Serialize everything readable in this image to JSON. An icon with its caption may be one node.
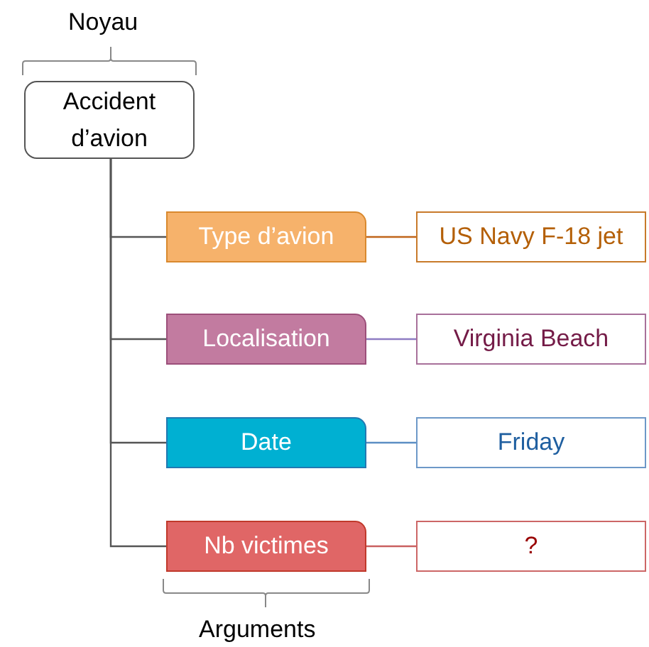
{
  "diagram": {
    "nodes": [
      {
        "text": [
          "Accident d’avion"
        ]
      },
      {
        "text": [
          "Type d’avion"
        ]
      },
      {
        "text": [
          "US Navy F-18 jet"
        ]
      },
      {
        "text": [
          "Localisation"
        ]
      },
      {
        "text": [
          "Virginia Beach"
        ]
      },
      {
        "text": [
          "Date"
        ]
      },
      {
        "text": [
          "Friday"
        ]
      },
      {
        "text": [
          "Nb victimes"
        ]
      },
      {
        "text": [
          "?"
        ]
      }
    ],
    "edges": [
      {
        "from": 0,
        "to": 1,
        "arrow": "none"
      },
      {
        "from": 0,
        "to": 3,
        "arrow": "none"
      },
      {
        "from": 0,
        "to": 5,
        "arrow": "none"
      },
      {
        "from": 0,
        "to": 7,
        "arrow": "none"
      },
      {
        "from": 1,
        "to": 2,
        "arrow": "none",
        "color": "#c0651a"
      },
      {
        "from": 3,
        "to": 4,
        "arrow": "none",
        "color": "#8e7cc3"
      },
      {
        "from": 5,
        "to": 6,
        "arrow": "none",
        "color": "#5b8ec4"
      },
      {
        "from": 7,
        "to": 8,
        "arrow": "none",
        "color": "#c96060"
      }
    ],
    "labels": [
      "Noyau",
      "Arguments"
    ]
  }
}
